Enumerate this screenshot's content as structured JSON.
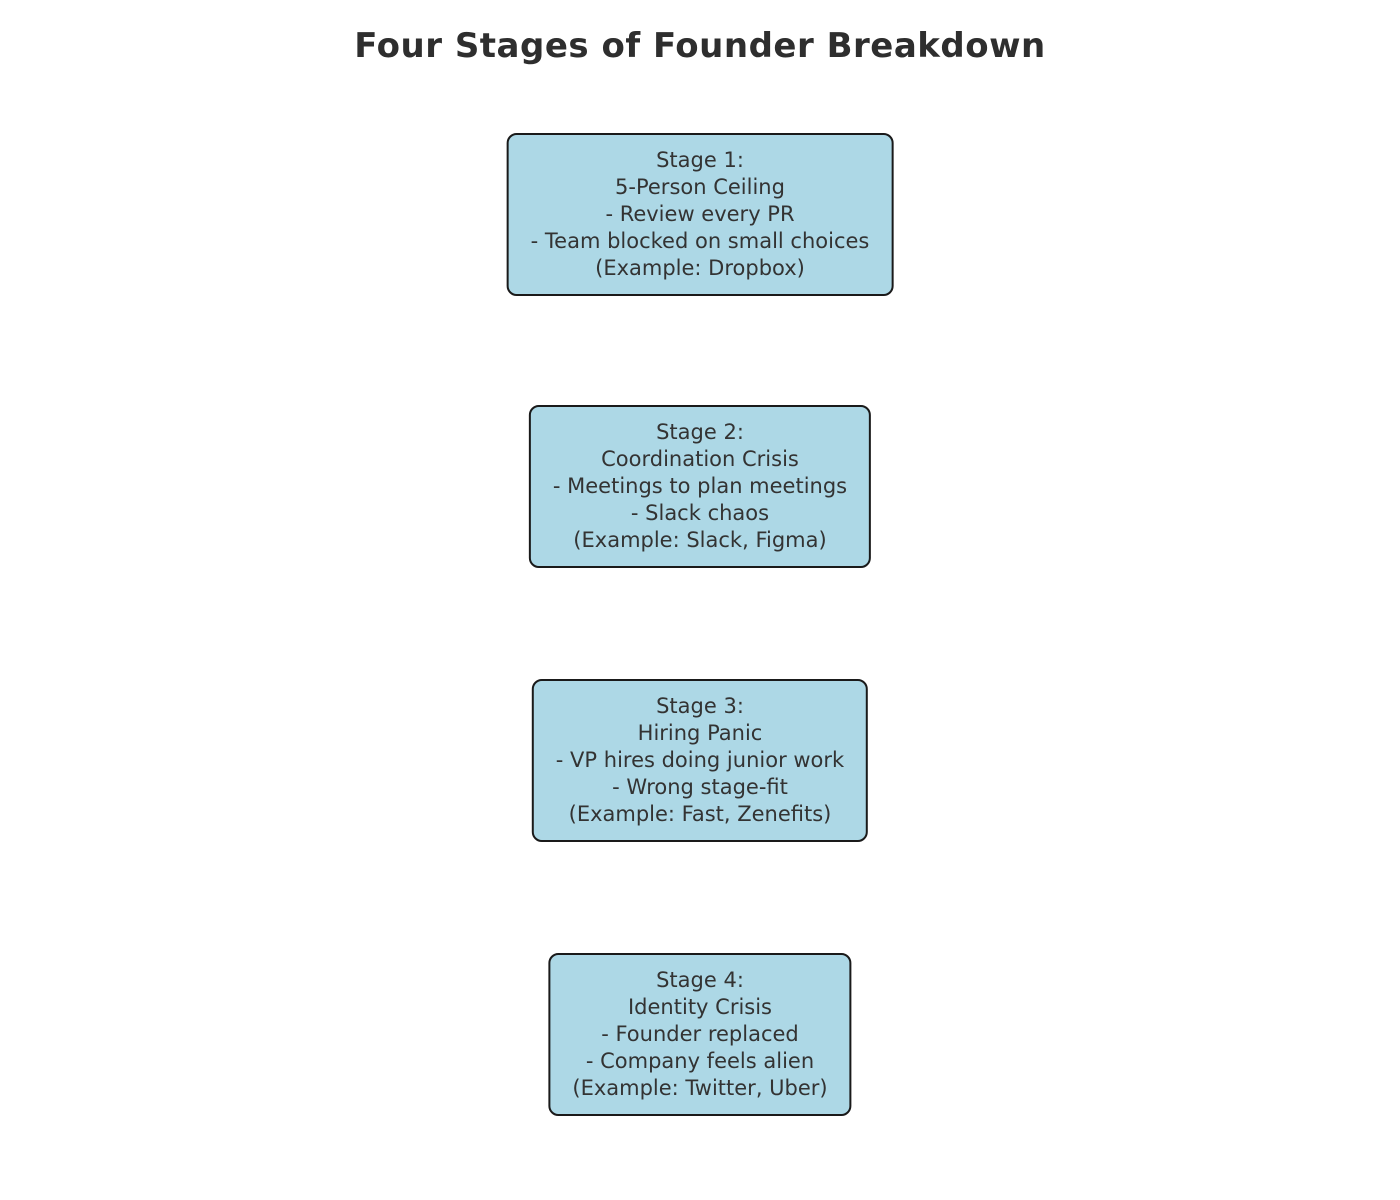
{
  "title": "Four Stages of Founder Breakdown",
  "colors": {
    "box_fill": "#add8e6",
    "box_border": "#1a1a1a",
    "text": "#333333",
    "background": "#ffffff"
  },
  "stages": [
    {
      "lines": [
        "Stage 1:",
        "5-Person Ceiling",
        "- Review every PR",
        "- Team blocked on small choices",
        "(Example: Dropbox)"
      ]
    },
    {
      "lines": [
        "Stage 2:",
        "Coordination Crisis",
        "- Meetings to plan meetings",
        "- Slack chaos",
        "(Example: Slack, Figma)"
      ]
    },
    {
      "lines": [
        "Stage 3:",
        "Hiring Panic",
        "- VP hires doing junior work",
        "- Wrong stage-fit",
        "(Example: Fast, Zenefits)"
      ]
    },
    {
      "lines": [
        "Stage 4:",
        "Identity Crisis",
        "- Founder replaced",
        "- Company feels alien",
        "(Example: Twitter, Uber)"
      ]
    }
  ]
}
